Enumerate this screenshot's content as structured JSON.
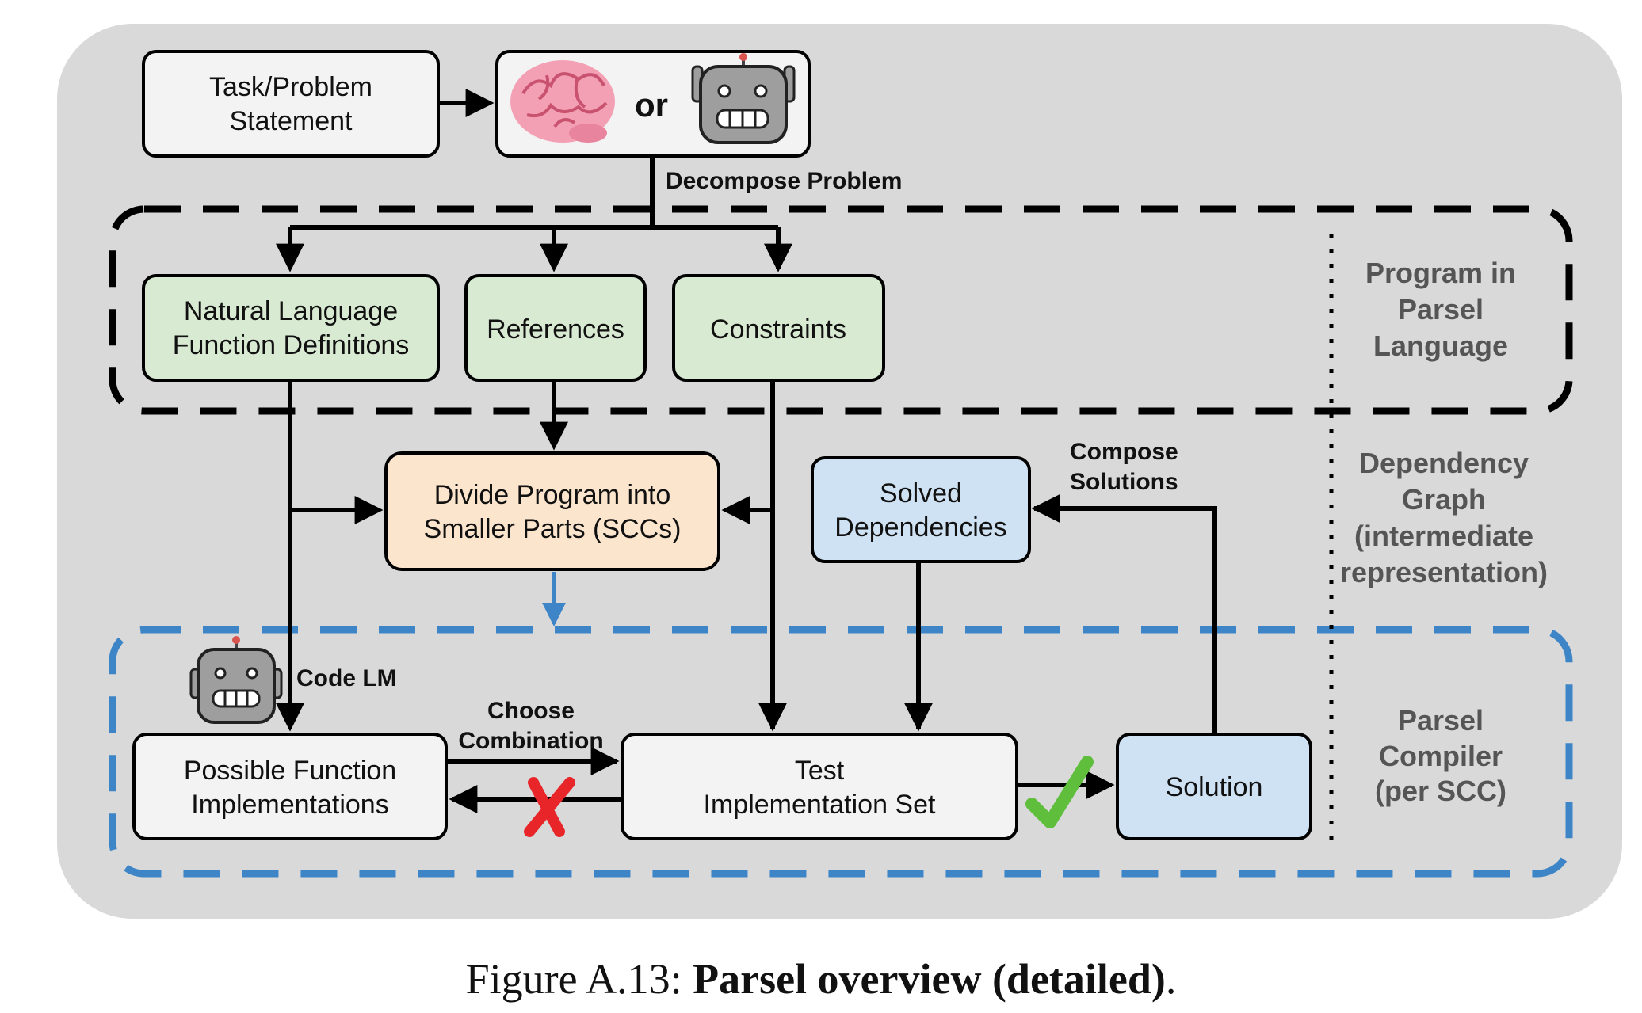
{
  "nodes": {
    "task": {
      "line1": "Task/Problem",
      "line2": "Statement"
    },
    "decider_or": "or",
    "nl_defs": {
      "line1": "Natural Language",
      "line2": "Function Definitions"
    },
    "references": "References",
    "constraints": "Constraints",
    "divide": {
      "line1": "Divide Program into",
      "line2": "Smaller Parts (SCCs)"
    },
    "solved": {
      "line1": "Solved",
      "line2": "Dependencies"
    },
    "possible": {
      "line1": "Possible Function",
      "line2": "Implementations"
    },
    "test": {
      "line1": "Test",
      "line2": "Implementation Set"
    },
    "solution": "Solution"
  },
  "edge_labels": {
    "decompose": "Decompose Problem",
    "compose": {
      "line1": "Compose",
      "line2": "Solutions"
    },
    "code_lm": "Code LM",
    "choose": {
      "line1": "Choose",
      "line2": "Combination"
    }
  },
  "regions": {
    "program": {
      "line1": "Program in",
      "line2": "Parsel",
      "line3": "Language"
    },
    "dependency": {
      "line1": "Dependency",
      "line2": "Graph",
      "line3": "(intermediate",
      "line4": "representation)"
    },
    "compiler": {
      "line1": "Parsel",
      "line2": "Compiler",
      "line3": "(per SCC)"
    }
  },
  "icons": [
    "brain-icon",
    "robot-icon",
    "red-cross-icon",
    "green-check-icon"
  ],
  "colors": {
    "background": "#d9d9d9",
    "green_box": "#d9ead3",
    "orange_box": "#fce5cd",
    "blue_box": "#cfe2f3",
    "white_box": "#f3f3f3",
    "blue_dash": "#3d85c6"
  },
  "caption": {
    "prefix": "Figure A.13: ",
    "bold": "Parsel overview (detailed)",
    "suffix": "."
  }
}
